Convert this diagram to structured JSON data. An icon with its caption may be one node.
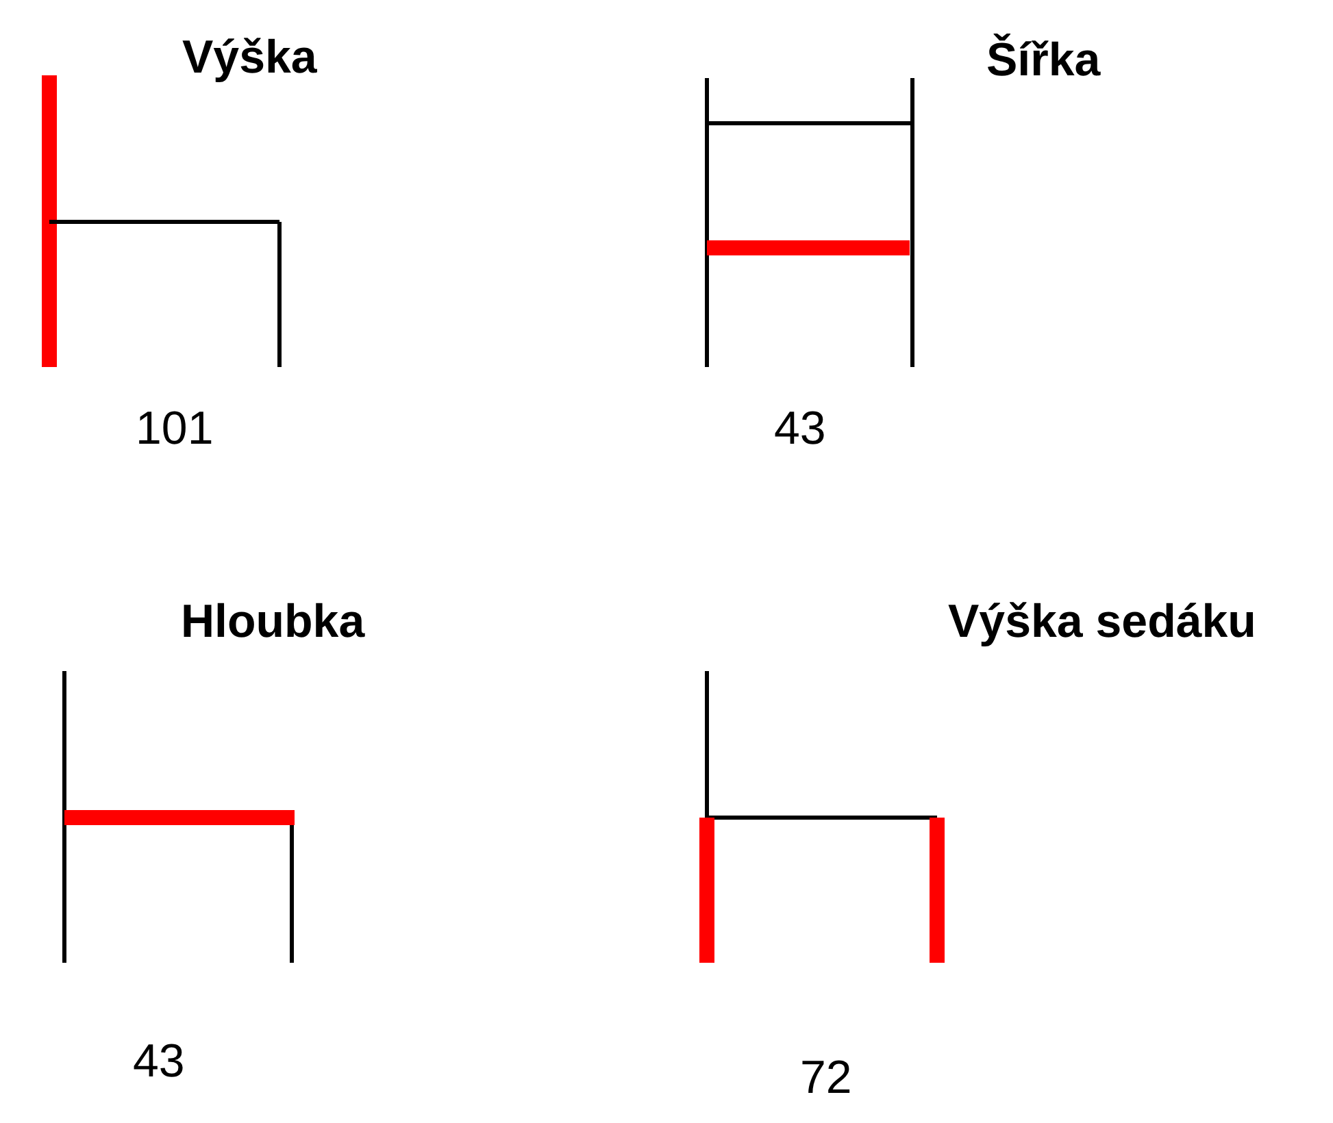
{
  "diagram": {
    "labels": [
      "Výška",
      "Šířka",
      "101",
      "43",
      "Hloubka",
      "Výška sedáku",
      "43",
      "72"
    ]
  }
}
